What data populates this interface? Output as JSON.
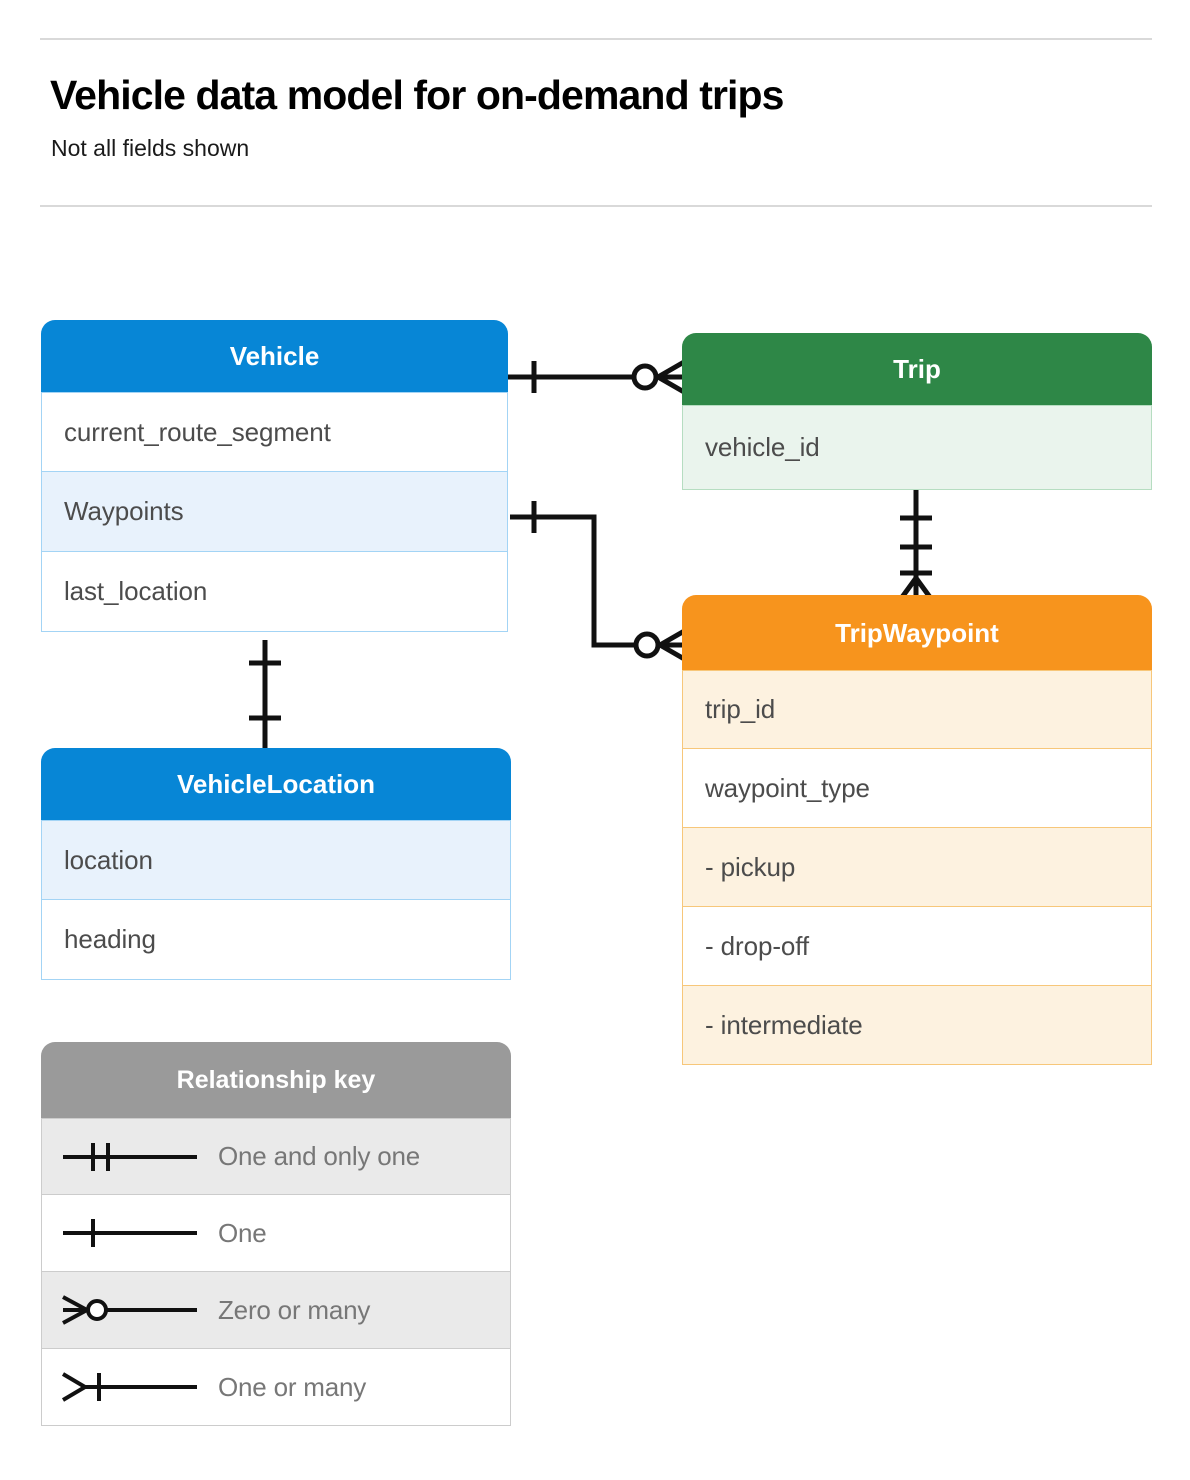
{
  "header": {
    "title": "Vehicle data model for on-demand trips",
    "subtitle": "Not all fields shown"
  },
  "entities": [
    {
      "id": "vehicle",
      "name": "Vehicle",
      "color": "#0786d6",
      "fields": [
        "current_route_segment",
        "Waypoints",
        "last_location"
      ]
    },
    {
      "id": "trip",
      "name": "Trip",
      "color": "#2e8747",
      "fields": [
        "vehicle_id"
      ]
    },
    {
      "id": "trip_waypoint",
      "name": "TripWaypoint",
      "color": "#f7941d",
      "fields": [
        "trip_id",
        "waypoint_type",
        "-  pickup",
        "-  drop-off",
        "-  intermediate"
      ]
    },
    {
      "id": "vehicle_location",
      "name": "VehicleLocation",
      "color": "#0786d6",
      "fields": [
        "location",
        "heading"
      ]
    }
  ],
  "legend": {
    "title": "Relationship key",
    "rows": [
      {
        "symbol": "one-and-only-one-icon",
        "label": "One and only one"
      },
      {
        "symbol": "one-icon",
        "label": "One"
      },
      {
        "symbol": "zero-or-many-icon",
        "label": "Zero or many"
      },
      {
        "symbol": "one-or-many-icon",
        "label": "One or many"
      }
    ]
  },
  "relationships": [
    {
      "from": "vehicle",
      "to": "trip",
      "from_cardinality": "One",
      "to_cardinality": "Zero or many"
    },
    {
      "from": "vehicle.Waypoints",
      "to": "trip_waypoint",
      "from_cardinality": "One",
      "to_cardinality": "Zero or many"
    },
    {
      "from": "trip",
      "to": "trip_waypoint",
      "from_cardinality": "One and only one",
      "to_cardinality": "One or many"
    },
    {
      "from": "vehicle",
      "to": "vehicle_location",
      "from_cardinality": "One",
      "to_cardinality": "One"
    }
  ]
}
